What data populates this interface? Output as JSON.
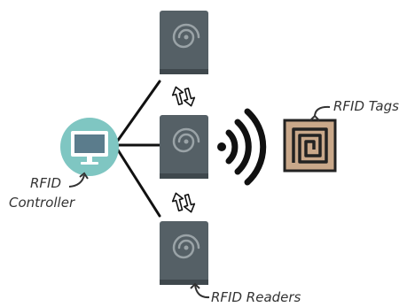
{
  "labels": {
    "controller_line1": "RFID",
    "controller_line2": "Controller",
    "tags": "RFID Tags",
    "readers": "RFID Readers"
  },
  "nodes": {
    "controller": {
      "icon": "computer-monitor-icon"
    },
    "readers": [
      {
        "icon": "fingerprint-swirl-icon"
      },
      {
        "icon": "fingerprint-swirl-icon"
      },
      {
        "icon": "fingerprint-swirl-icon"
      }
    ],
    "tag": {
      "icon": "rfid-chip-icon"
    },
    "signal": {
      "icon": "wireless-signal-icon"
    }
  },
  "colors": {
    "reader_body": "#556066",
    "reader_edge": "#3f484d",
    "reader_swirl": "#9aa3a7",
    "controller_circle": "#7fc6c2",
    "monitor_screen": "#5b7c8c",
    "tag_background": "#c9a88a",
    "tag_border": "#222222",
    "line": "#111111"
  }
}
